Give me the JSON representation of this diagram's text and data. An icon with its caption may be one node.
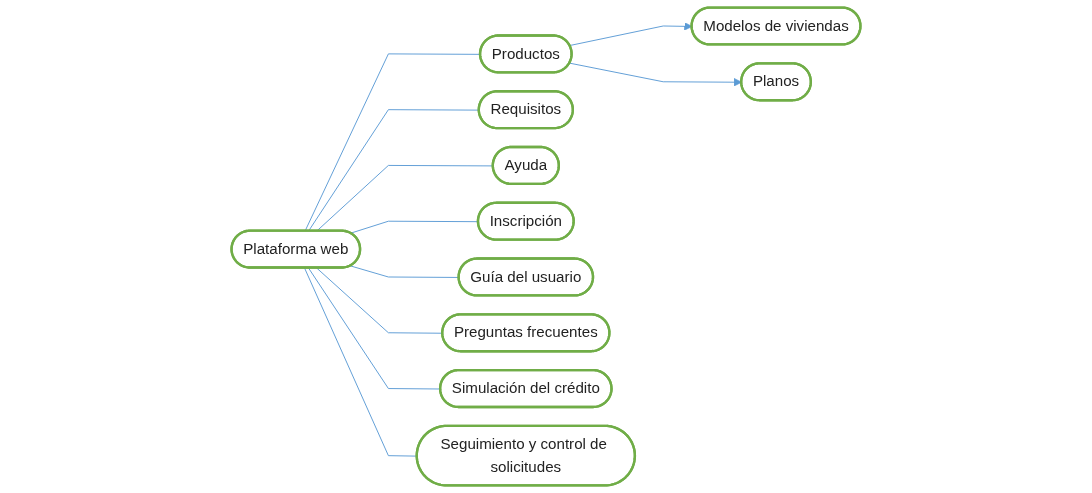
{
  "diagram": {
    "nodes": [
      {
        "text": [
          "Plataforma web"
        ]
      },
      {
        "text": [
          "Productos"
        ]
      },
      {
        "text": [
          "Modelos de viviendas"
        ]
      },
      {
        "text": [
          "Planos"
        ]
      },
      {
        "text": [
          "Requisitos"
        ]
      },
      {
        "text": [
          "Ayuda"
        ]
      },
      {
        "text": [
          "Inscripción"
        ]
      },
      {
        "text": [
          "Guía del usuario"
        ]
      },
      {
        "text": [
          "Preguntas frecuentes"
        ]
      },
      {
        "text": [
          "Simulación del crédito"
        ]
      },
      {
        "text": [
          "Seguimiento y control de solicitudes"
        ]
      }
    ],
    "edges": [
      {
        "from": 0,
        "to": 1,
        "arrow": "none"
      },
      {
        "from": 1,
        "to": 2,
        "arrow": "to"
      },
      {
        "from": 1,
        "to": 3,
        "arrow": "to"
      },
      {
        "from": 0,
        "to": 4,
        "arrow": "none"
      },
      {
        "from": 0,
        "to": 5,
        "arrow": "none"
      },
      {
        "from": 0,
        "to": 6,
        "arrow": "none"
      },
      {
        "from": 0,
        "to": 7,
        "arrow": "none"
      },
      {
        "from": 0,
        "to": 8,
        "arrow": "none"
      },
      {
        "from": 0,
        "to": 9,
        "arrow": "none"
      },
      {
        "from": 0,
        "to": 10,
        "arrow": "none"
      }
    ]
  }
}
